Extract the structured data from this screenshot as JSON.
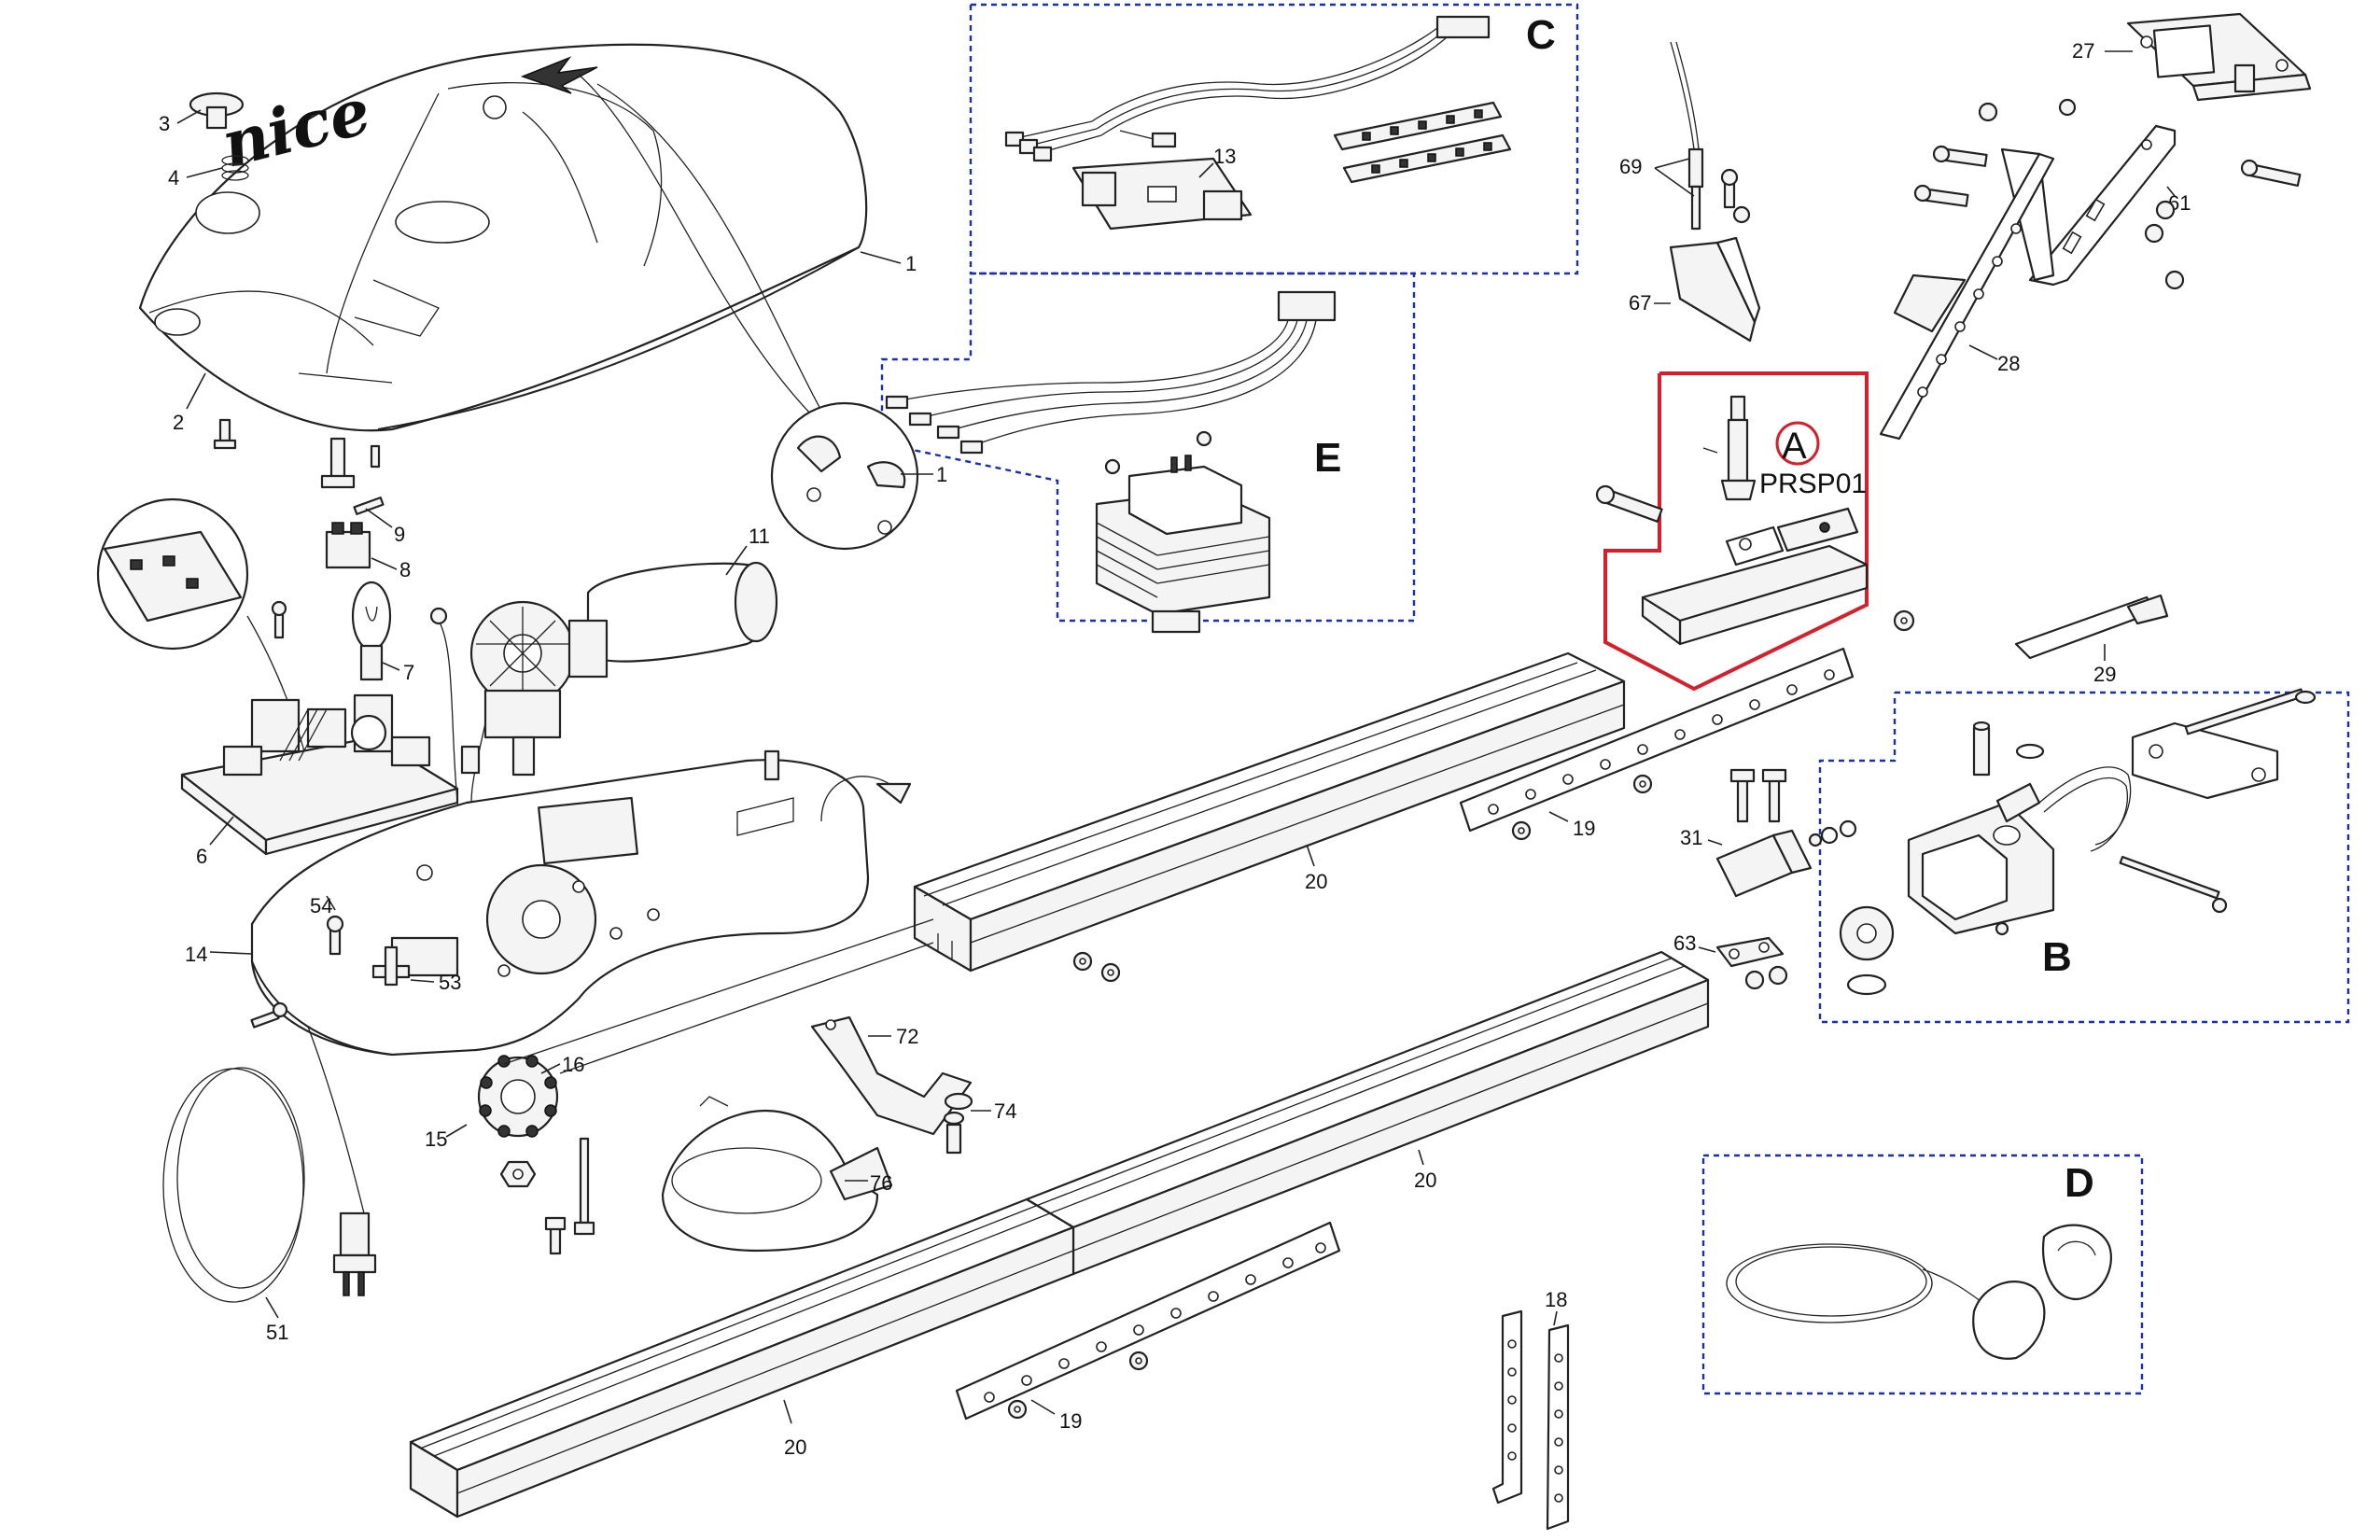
{
  "diagram": {
    "brand_text": "nice",
    "highlight": {
      "letter": "A",
      "code": "PRSP01",
      "color": "#d3202a"
    },
    "group_color": "#1a2fb0",
    "groups": [
      "B",
      "C",
      "D",
      "E"
    ],
    "callouts": {
      "c1_cover": "1",
      "c1_clip": "1",
      "c2": "2",
      "c3": "3",
      "c4": "4",
      "c6": "6",
      "c7": "7",
      "c8": "8",
      "c9": "9",
      "c11": "11",
      "c13": "13",
      "c14": "14",
      "c15": "15",
      "c16": "16",
      "c18": "18",
      "c19_top": "19",
      "c19_bottom": "19",
      "c20_a": "20",
      "c20_b": "20",
      "c20_c": "20",
      "c27": "27",
      "c28": "28",
      "c29": "29",
      "c31": "31",
      "c51": "51",
      "c53": "53",
      "c54": "54",
      "c61": "61",
      "c63": "63",
      "c67": "67",
      "c69": "69",
      "c72": "72",
      "c74": "74",
      "c76": "76"
    }
  }
}
